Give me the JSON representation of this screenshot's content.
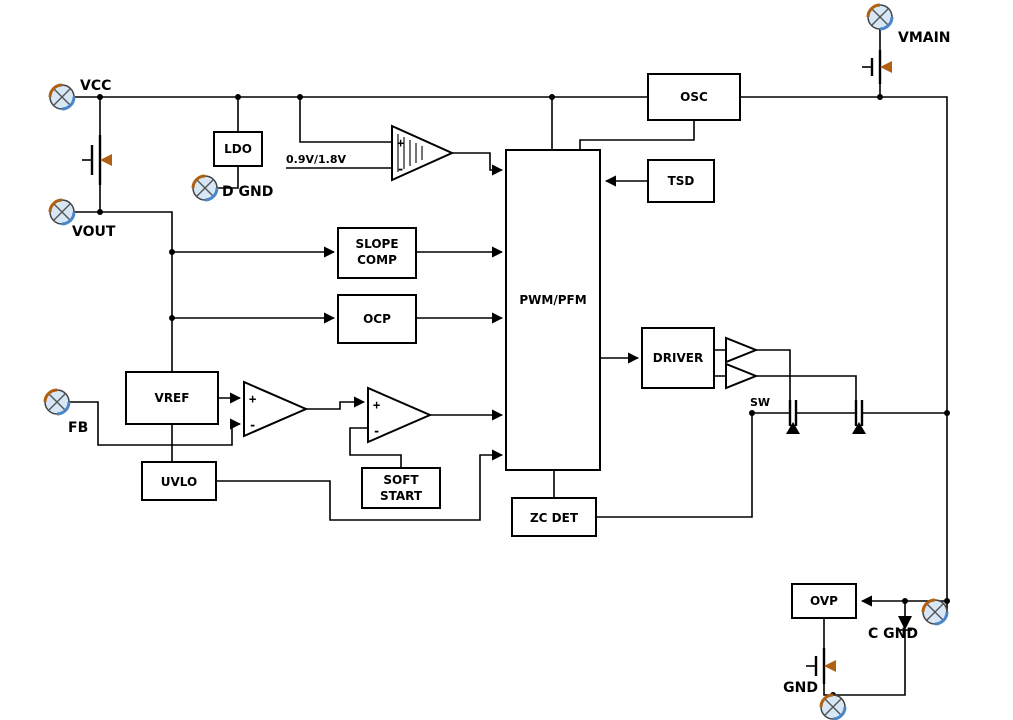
{
  "diagram": {
    "type": "block-diagram",
    "description": "DC-DC converter functional block diagram",
    "pins": {
      "vcc": "VCC",
      "vout": "VOUT",
      "fb": "FB",
      "dgnd": "D GND",
      "vmain": "VMAIN",
      "cgnd": "C GND",
      "gnd": "GND"
    },
    "blocks": {
      "ldo": "LDO",
      "osc": "OSC",
      "tsd": "TSD",
      "slope_l1": "SLOPE",
      "slope_l2": "COMP",
      "ocp": "OCP",
      "vref": "VREF",
      "uvlo": "UVLO",
      "ss_l1": "SOFT",
      "ss_l2": "START",
      "zcdet": "ZC DET",
      "logic": "PWM/PFM",
      "driver": "DRIVER",
      "ovp": "OVP"
    },
    "nets": {
      "sw": "SW",
      "ref_sel": "0.9V/1.8V"
    },
    "symbols": {
      "plus": "+",
      "minus": "-"
    },
    "colors": {
      "wire": "#000000",
      "accent_orange": "#b06010",
      "accent_blue": "#4a86c8",
      "pin_fill": "#d7e7f6"
    }
  }
}
